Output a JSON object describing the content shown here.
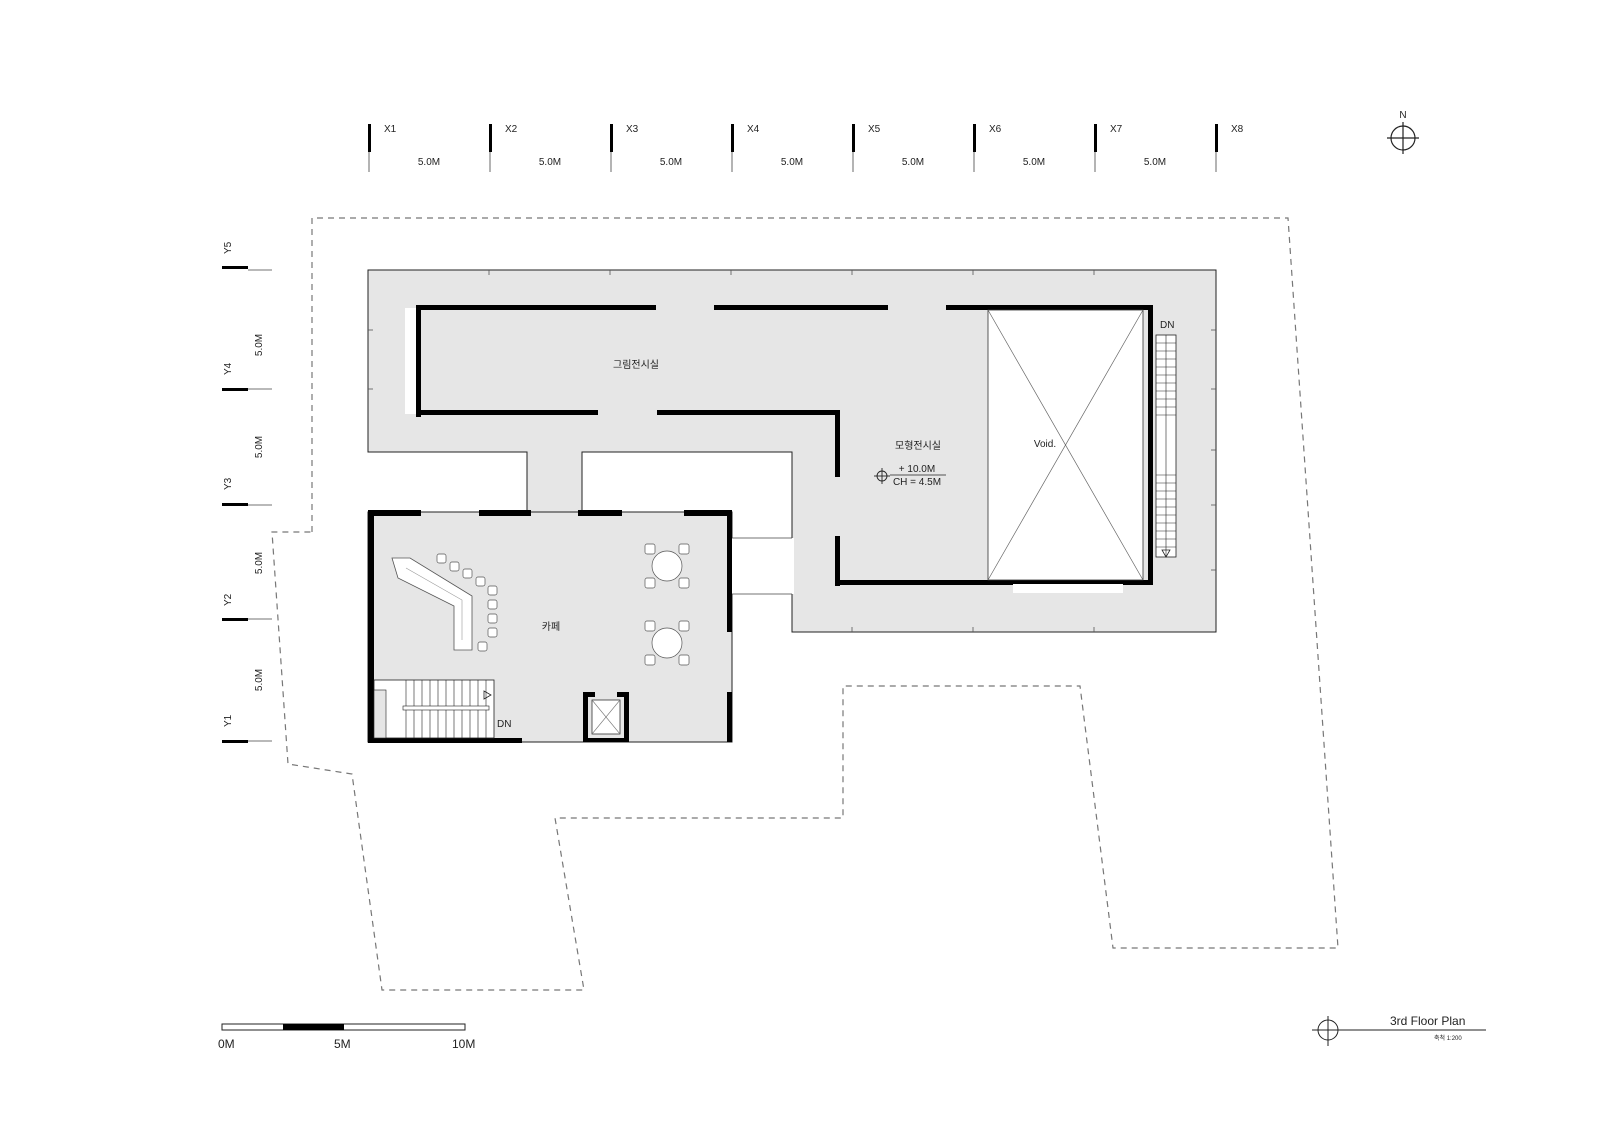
{
  "grid": {
    "x_axes": [
      "X1",
      "X2",
      "X3",
      "X4",
      "X5",
      "X6",
      "X7",
      "X8"
    ],
    "y_axes": [
      "Y5",
      "Y4",
      "Y3",
      "Y2",
      "Y1"
    ],
    "x_spans": [
      "5.0M",
      "5.0M",
      "5.0M",
      "5.0M",
      "5.0M",
      "5.0M",
      "5.0M"
    ],
    "y_spans": [
      "5.0M",
      "5.0M",
      "5.0M",
      "5.0M"
    ]
  },
  "north": {
    "label": "N"
  },
  "rooms": {
    "painting_gallery": "그림전시실",
    "model_gallery": "모형전시실",
    "void": "Void.",
    "cafe": "카페"
  },
  "level": {
    "elevation": "+ 10.0M",
    "ceiling_height": "CH = 4.5M"
  },
  "stairs": {
    "east_label": "DN",
    "west_label": "DN"
  },
  "scale_bar": {
    "labels": [
      "0M",
      "5M",
      "10M"
    ]
  },
  "title": {
    "name": "3rd Floor Plan",
    "scale": "축척 1:200"
  }
}
